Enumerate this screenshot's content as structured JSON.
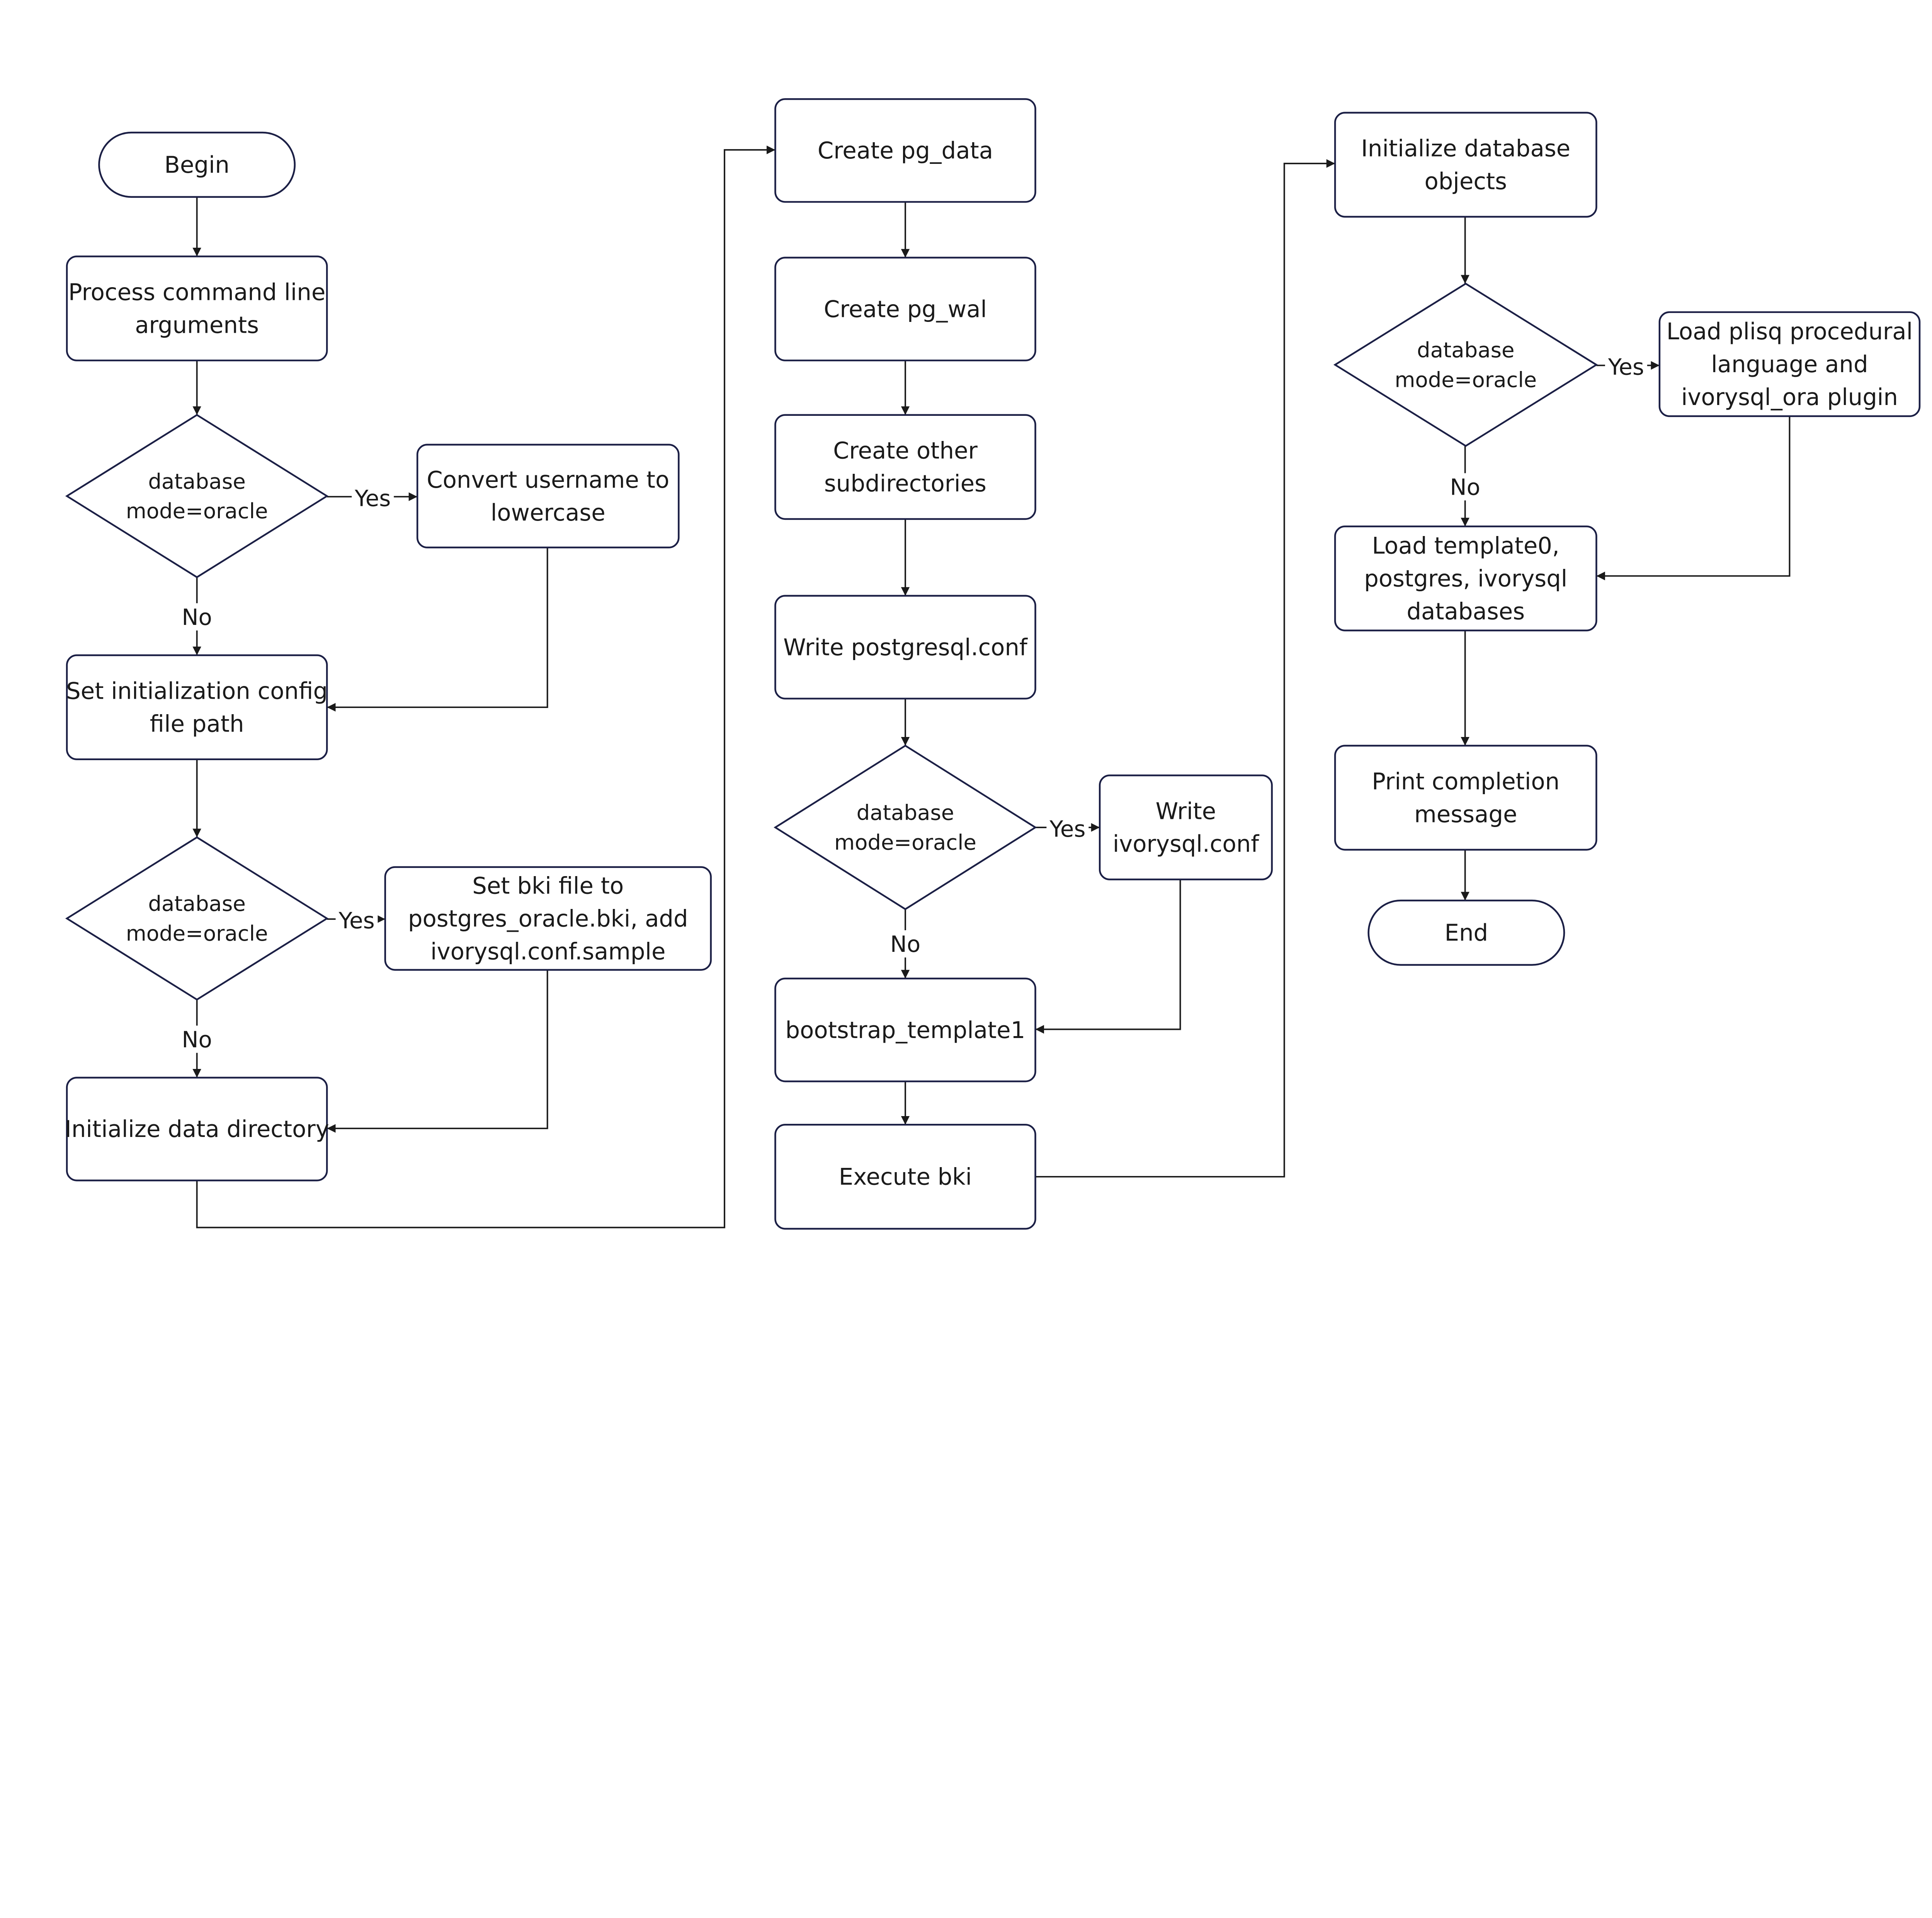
{
  "colors": {
    "stroke": "#1b1f45",
    "text": "#1a1a1a",
    "background": "#ffffff"
  },
  "nodes": {
    "begin": {
      "type": "terminal",
      "lines": [
        "Begin"
      ]
    },
    "process_args": {
      "type": "process",
      "lines": [
        "Process command line",
        "arguments"
      ]
    },
    "decision1": {
      "type": "decision",
      "lines": [
        "database",
        "mode=oracle"
      ]
    },
    "convert_username": {
      "type": "process",
      "lines": [
        "Convert username to",
        "lowercase"
      ]
    },
    "set_config_path": {
      "type": "process",
      "lines": [
        "Set initialization config",
        "file path"
      ]
    },
    "decision2": {
      "type": "decision",
      "lines": [
        "database",
        "mode=oracle"
      ]
    },
    "set_bki": {
      "type": "process",
      "lines": [
        "Set bki file to",
        "postgres_oracle.bki, add",
        "ivorysql.conf.sample"
      ]
    },
    "init_data_dir": {
      "type": "process",
      "lines": [
        "Initialize data directory"
      ]
    },
    "create_pg_data": {
      "type": "process",
      "lines": [
        "Create pg_data"
      ]
    },
    "create_pg_wal": {
      "type": "process",
      "lines": [
        "Create pg_wal"
      ]
    },
    "create_other": {
      "type": "process",
      "lines": [
        "Create other",
        "subdirectories"
      ]
    },
    "write_postgresql_conf": {
      "type": "process",
      "lines": [
        "Write postgresql.conf"
      ]
    },
    "decision3": {
      "type": "decision",
      "lines": [
        "database",
        "mode=oracle"
      ]
    },
    "write_ivorysql_conf": {
      "type": "process",
      "lines": [
        "Write",
        "ivorysql.conf"
      ]
    },
    "bootstrap_template1": {
      "type": "process",
      "lines": [
        "bootstrap_template1"
      ]
    },
    "execute_bki": {
      "type": "process",
      "lines": [
        "Execute bki"
      ]
    },
    "init_db_objects": {
      "type": "process",
      "lines": [
        "Initialize database",
        "objects"
      ]
    },
    "decision4": {
      "type": "decision",
      "lines": [
        "database",
        "mode=oracle"
      ]
    },
    "load_plisql": {
      "type": "process",
      "lines": [
        "Load plisq procedural",
        "language and",
        "ivorysql_ora plugin"
      ]
    },
    "load_templates": {
      "type": "process",
      "lines": [
        "Load template0,",
        "postgres, ivorysql",
        "databases"
      ]
    },
    "print_completion": {
      "type": "process",
      "lines": [
        "Print completion",
        "message"
      ]
    },
    "end": {
      "type": "terminal",
      "lines": [
        "End"
      ]
    }
  },
  "edge_labels": {
    "yes": "Yes",
    "no": "No"
  }
}
